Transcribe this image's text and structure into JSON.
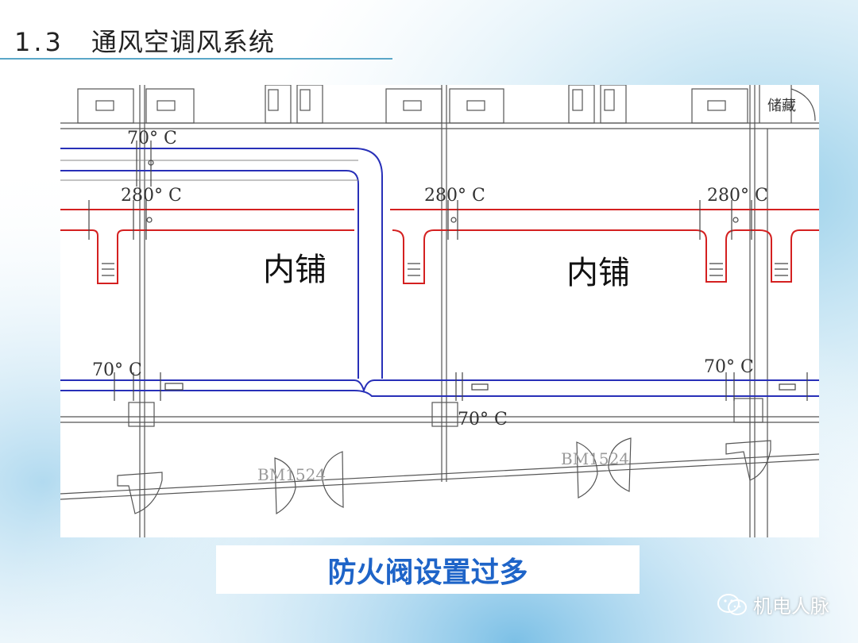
{
  "slide": {
    "section_number": "1.3",
    "title": "通风空调风系统"
  },
  "drawing": {
    "labels": {
      "temp_70_a": "70° C",
      "temp_280_a": "280° C",
      "temp_280_b": "280° C",
      "temp_280_c": "280° C",
      "temp_70_b": "70° C",
      "temp_70_c": "70° C",
      "temp_70_d": "70° C",
      "storage": "储藏",
      "door_tag_a": "BM1524",
      "door_tag_b": "BM1524"
    },
    "rooms": [
      "内铺",
      "内铺"
    ],
    "colors": {
      "exhaust_duct": "#d42020",
      "supply_duct": "#2830b8",
      "wall_line": "#555555"
    }
  },
  "caption": "防火阀设置过多",
  "watermark": {
    "icon": "wechat-icon",
    "text": "机电人脉"
  }
}
